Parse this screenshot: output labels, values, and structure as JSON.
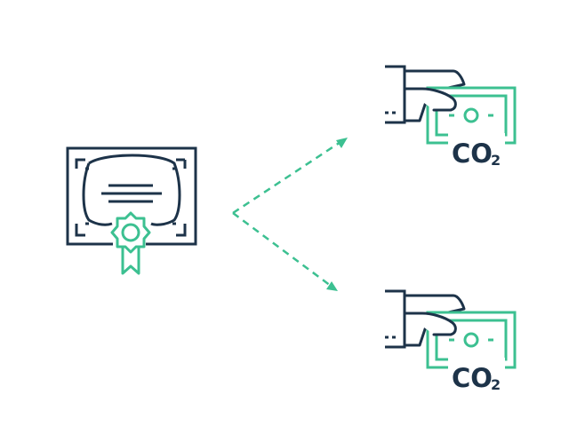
{
  "colors": {
    "navy": "#1d3349",
    "green": "#3cc091",
    "background": "#ffffff"
  },
  "certificate": {
    "icon": "certificate-icon",
    "seal_icon": "award-seal-icon"
  },
  "arrows": [
    {
      "name": "arrow-to-top-credit",
      "style": "dashed"
    },
    {
      "name": "arrow-to-bottom-credit",
      "style": "dashed"
    }
  ],
  "credits": [
    {
      "icon": "hand-holding-banknote-icon",
      "label_main": "CO",
      "label_sub": "2"
    },
    {
      "icon": "hand-holding-banknote-icon",
      "label_main": "CO",
      "label_sub": "2"
    }
  ]
}
